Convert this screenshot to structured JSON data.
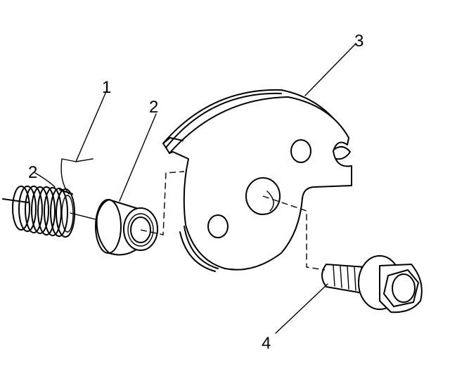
{
  "callouts": {
    "c1": "1",
    "c2_spring": "2",
    "c2_bushing": "2",
    "c3": "3",
    "c4": "4"
  }
}
